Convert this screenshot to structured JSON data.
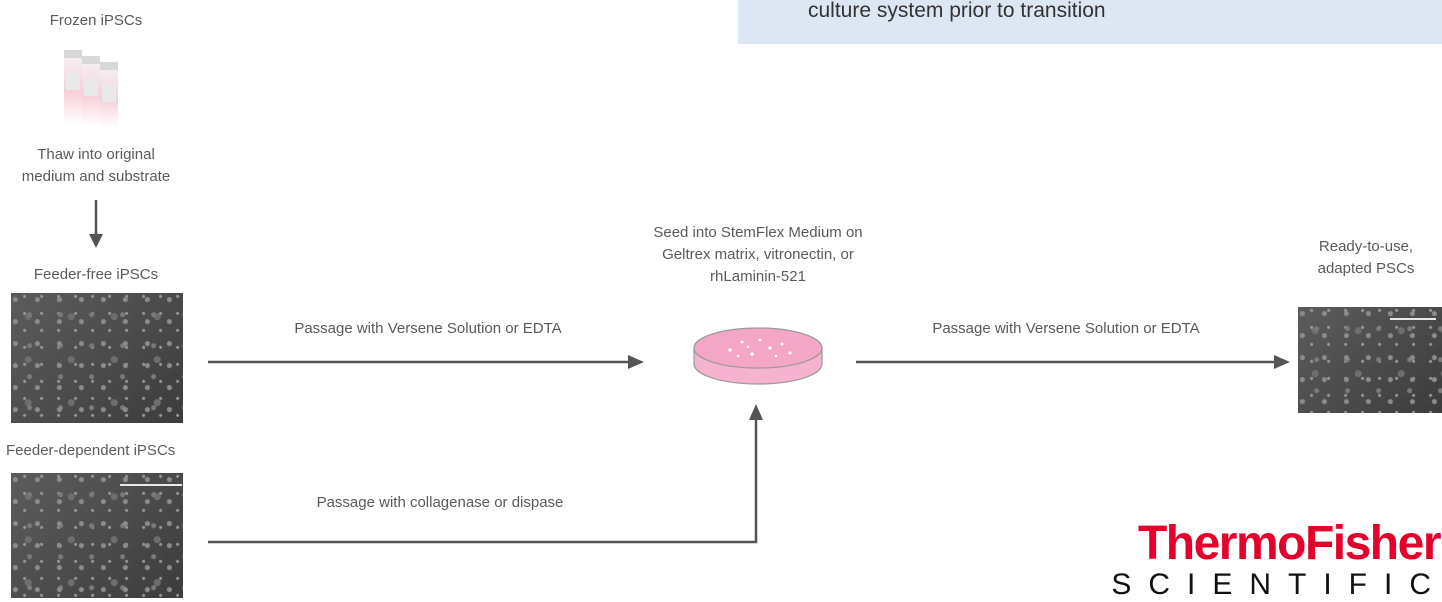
{
  "header_note": {
    "text": "culture system prior to transition"
  },
  "frozen": {
    "title": "Frozen iPSCs",
    "caption_line1": "Thaw into original",
    "caption_line2": "medium and substrate"
  },
  "feeder_free": {
    "title": "Feeder-free iPSCs"
  },
  "feeder_dependent": {
    "title": "Feeder-dependent iPSCs"
  },
  "seed": {
    "line1": "Seed into StemFlex Medium on",
    "line2": "Geltrex matrix, vitronectin, or",
    "line3": "rhLaminin-521"
  },
  "result": {
    "line1": "Ready-to-use,",
    "line2": "adapted PSCs"
  },
  "arrows": {
    "passage_feeder_free": "Passage with Versene Solution or EDTA",
    "passage_to_result": "Passage with Versene Solution or EDTA",
    "passage_feeder_dependent": "Passage with collagenase or dispase"
  },
  "logo": {
    "line1": "ThermoFisher",
    "line2": "SCIENTIFIC"
  },
  "colors": {
    "note_bg": "#dde6f3",
    "arrow": "#555555",
    "dish_pink": "#f6b3cf",
    "logo_red": "#e4002b"
  }
}
